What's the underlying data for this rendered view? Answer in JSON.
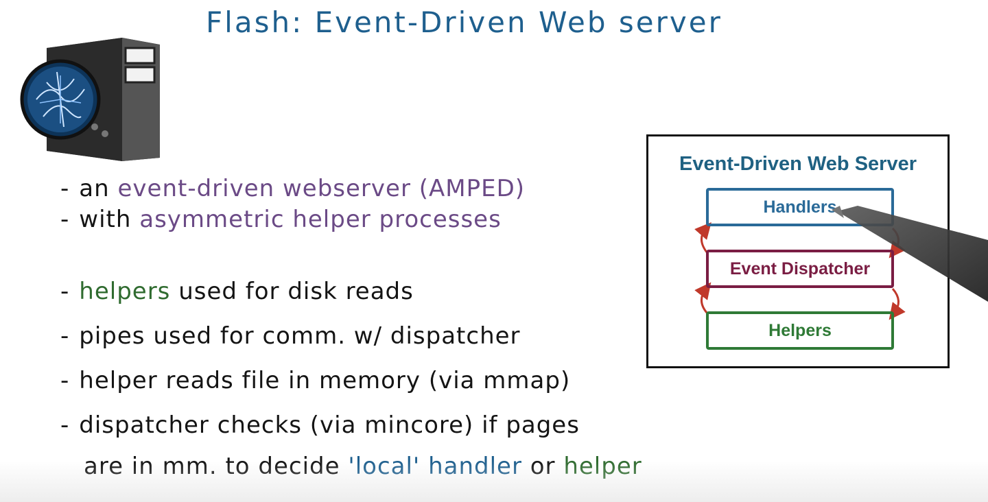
{
  "title": "Flash: Event-Driven  Web  server",
  "bullets": [
    {
      "dash": "-",
      "parts": [
        {
          "t": "an ",
          "c": ""
        },
        {
          "t": "event-driven webserver (AMPED)",
          "c": "purple"
        }
      ]
    },
    {
      "dash": "-",
      "parts": [
        {
          "t": "with ",
          "c": ""
        },
        {
          "t": "asymmetric helper processes",
          "c": "purple"
        }
      ]
    },
    {
      "dash": "-",
      "parts": [
        {
          "t": "helpers",
          "c": "green"
        },
        {
          "t": " used for disk reads",
          "c": ""
        }
      ]
    },
    {
      "dash": "-",
      "parts": [
        {
          "t": "pipes used for comm. w/ dispatcher",
          "c": ""
        }
      ]
    },
    {
      "dash": "-",
      "parts": [
        {
          "t": "helper reads file in memory (via mmap)",
          "c": ""
        }
      ]
    },
    {
      "dash": "-",
      "parts": [
        {
          "t": "dispatcher checks (via mincore) if pages",
          "c": ""
        }
      ]
    },
    {
      "dash": "",
      "parts": [
        {
          "t": "are in mm. to decide ",
          "c": ""
        },
        {
          "t": "'local' handler",
          "c": "blue"
        },
        {
          "t": " or ",
          "c": ""
        },
        {
          "t": "helper",
          "c": "green"
        }
      ]
    }
  ],
  "diagram": {
    "title": "Event-Driven Web Server",
    "handlers": "Handlers",
    "dispatcher": "Event Dispatcher",
    "helpers": "Helpers",
    "colors": {
      "handlers": "#2a6a98",
      "dispatcher": "#7a1d43",
      "helpers": "#2f7a36",
      "arrows": "#c0392b"
    }
  }
}
